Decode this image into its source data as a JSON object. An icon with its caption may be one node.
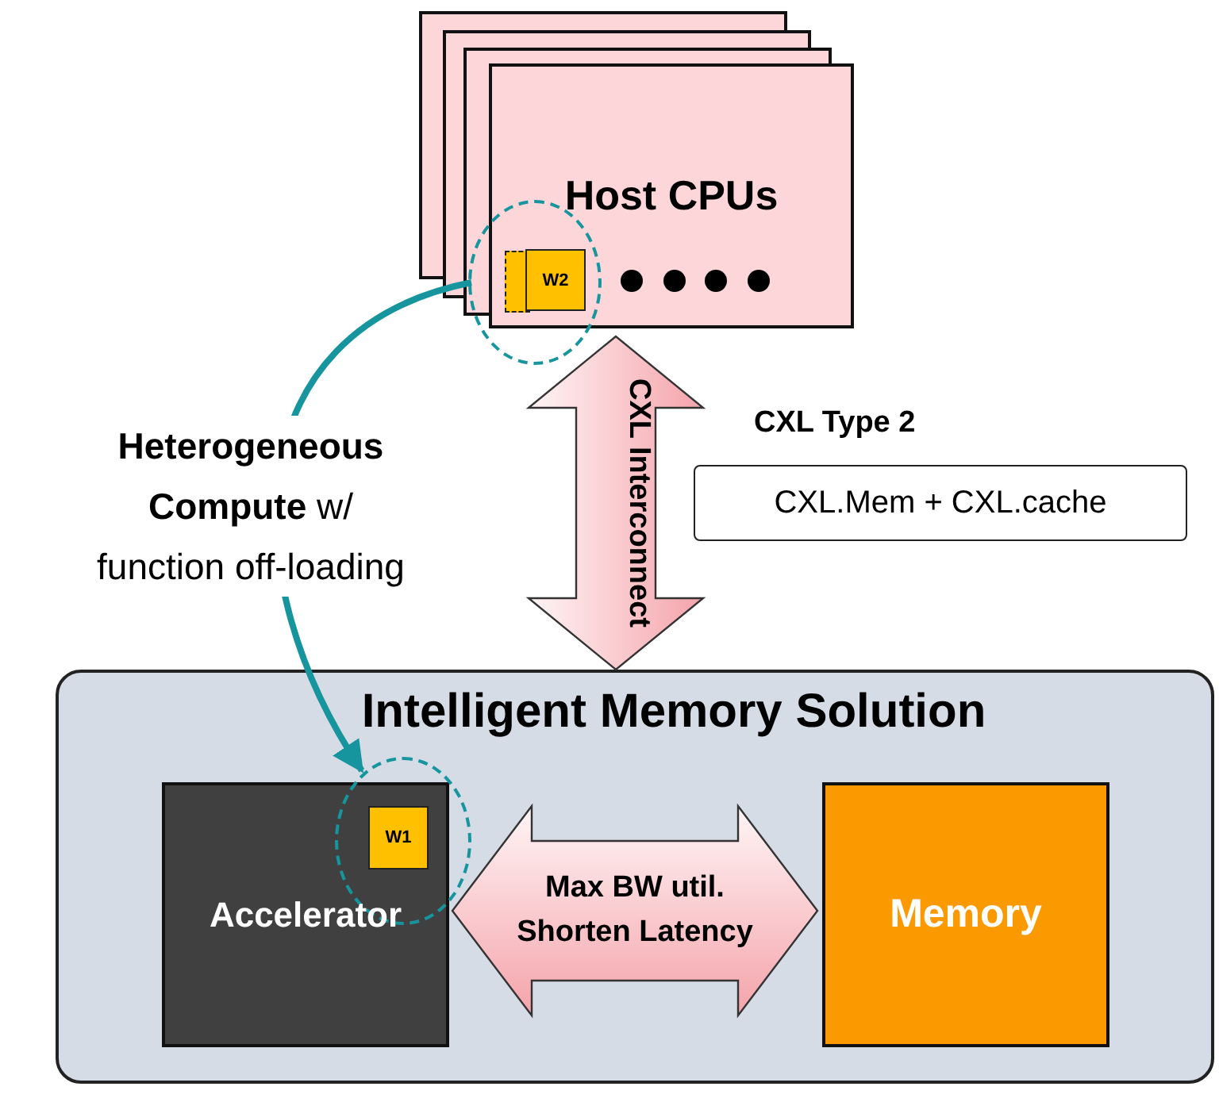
{
  "diagram": {
    "nodes": [
      {
        "text": [
          "Host CPUs"
        ]
      },
      {
        "text": [
          "W2"
        ]
      },
      {
        "text": [],
        "shape": "circle"
      },
      {
        "text": [
          "Intelligent Memory Solution"
        ]
      },
      {
        "text": [
          "Accelerator"
        ],
        "in": 3
      },
      {
        "text": [
          "W1"
        ]
      },
      {
        "text": [],
        "shape": "circle",
        "in": 3
      },
      {
        "text": [
          "Memory"
        ],
        "in": 3
      },
      {
        "text": [
          "CXL Type 2",
          "CXL.Mem + CXL.cache"
        ]
      }
    ],
    "edges": [
      {
        "from": 2,
        "to": 6,
        "arrow": "to",
        "label": "**Heterogeneous Compute** w/ function off-loading",
        "color": "#17959e"
      },
      {
        "from": 0,
        "to": 3,
        "arrow": "both",
        "label": "CXL Interconnect",
        "style": "thick"
      },
      {
        "from": 4,
        "to": 7,
        "arrow": "both",
        "label": "Max BW util. Shorten Latency",
        "style": "thick"
      }
    ]
  }
}
